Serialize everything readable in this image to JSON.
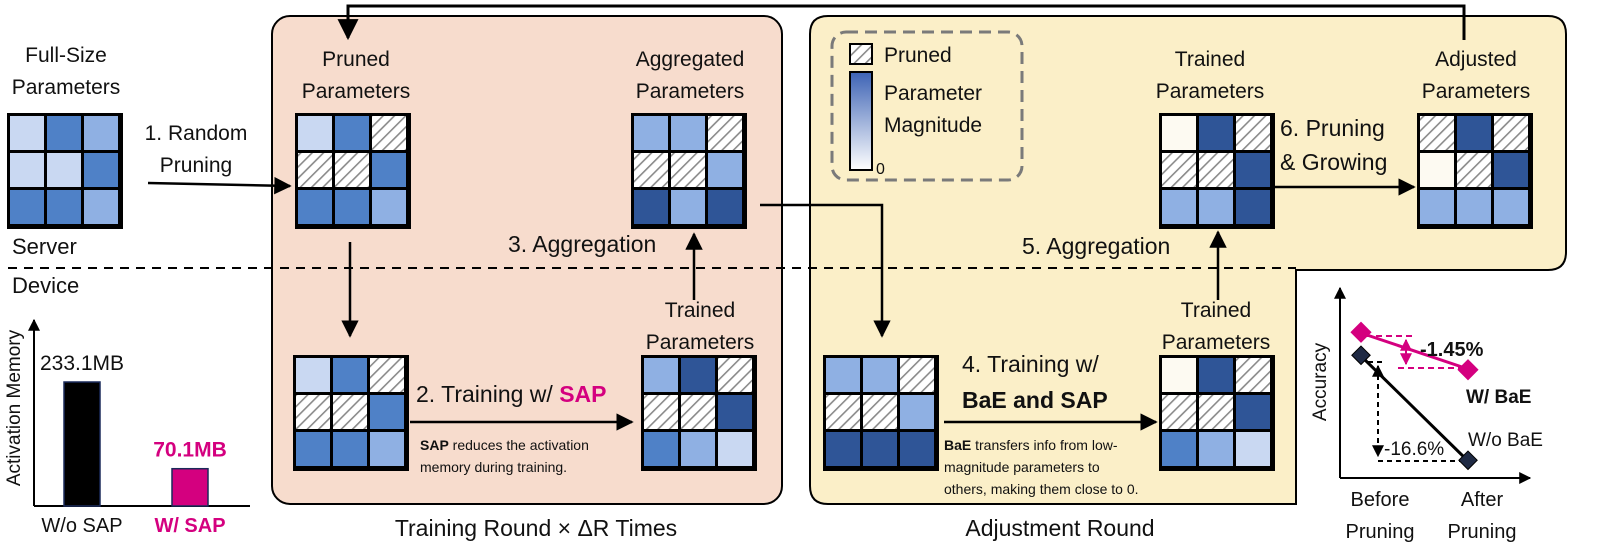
{
  "colors": {
    "magenta": "#d4007f",
    "training_box_bg": "#f7dccd",
    "adjust_box_bg": "#fbefc8",
    "dark_blue": "#2f5597",
    "mid_blue": "#4f81c7",
    "light_blue": "#8fb0e3",
    "pale_blue": "#c9d8f2",
    "white_cell": "#fdfaf2"
  },
  "server": {
    "title_line1": "Full-Size",
    "title_line2": "Parameters",
    "label": "Server"
  },
  "device": {
    "label": "Device"
  },
  "step1": {
    "line1": "1. Random",
    "line2": "Pruning"
  },
  "training_round": {
    "pruned_line1": "Pruned",
    "pruned_line2": "Parameters",
    "aggregated_line1": "Aggregated",
    "aggregated_line2": "Parameters",
    "trained_line1": "Trained",
    "trained_line2": "Parameters",
    "step2_prefix": "2. Training w/",
    "step2_highlight": "SAP",
    "step2_note_bold": "SAP",
    "step2_note_line1": " reduces the activation",
    "step2_note_line2": "memory during training.",
    "step3": "3. Aggregation",
    "caption": "Training Round  × ΔR Times"
  },
  "legend": {
    "pruned": "Pruned",
    "magnitude_line1": "Parameter",
    "magnitude_line2": "Magnitude",
    "zero": "0"
  },
  "adjustment_round": {
    "trained_top_line1": "Trained",
    "trained_top_line2": "Parameters",
    "adjusted_line1": "Adjusted",
    "adjusted_line2": "Parameters",
    "step6_line1": "6. Pruning",
    "step6_line2": "& Growing",
    "step5": "5. Aggregation",
    "trained_bottom_line1": "Trained",
    "trained_bottom_line2": "Parameters",
    "step4_line1": "4. Training w/",
    "step4_line2": "BaE and SAP",
    "step4_note_bold": "BaE",
    "step4_note_line1": " transfers info from low-",
    "step4_note_line2": "magnitude parameters to",
    "step4_note_line3": "others, making them close to 0.",
    "caption": "Adjustment Round"
  },
  "memory_chart": {
    "ylabel": "Activation Memory",
    "bars": [
      {
        "label": "W/o SAP",
        "value": 233.1,
        "value_label": "233.1MB"
      },
      {
        "label": "W/ SAP",
        "value": 70.1,
        "value_label": "70.1MB"
      }
    ]
  },
  "accuracy_chart": {
    "ylabel": "Accuracy",
    "x_line1": [
      "Before",
      "After"
    ],
    "x_line2": [
      "Pruning",
      "Pruning"
    ],
    "series": [
      {
        "name": "W/ BaE",
        "drop_label": "-1.45%"
      },
      {
        "name": "W/o BaE",
        "drop_label": "-16.6%"
      }
    ]
  },
  "chart_data": [
    {
      "type": "bar",
      "categories": [
        "W/o SAP",
        "W/ SAP"
      ],
      "values": [
        233.1,
        70.1
      ],
      "ylabel": "Activation Memory"
    },
    {
      "type": "line",
      "categories": [
        "Before Pruning",
        "After Pruning"
      ],
      "ylabel": "Accuracy",
      "series": [
        {
          "name": "W/ BaE",
          "drop": -1.45
        },
        {
          "name": "W/o BaE",
          "drop": -16.6
        }
      ]
    }
  ]
}
